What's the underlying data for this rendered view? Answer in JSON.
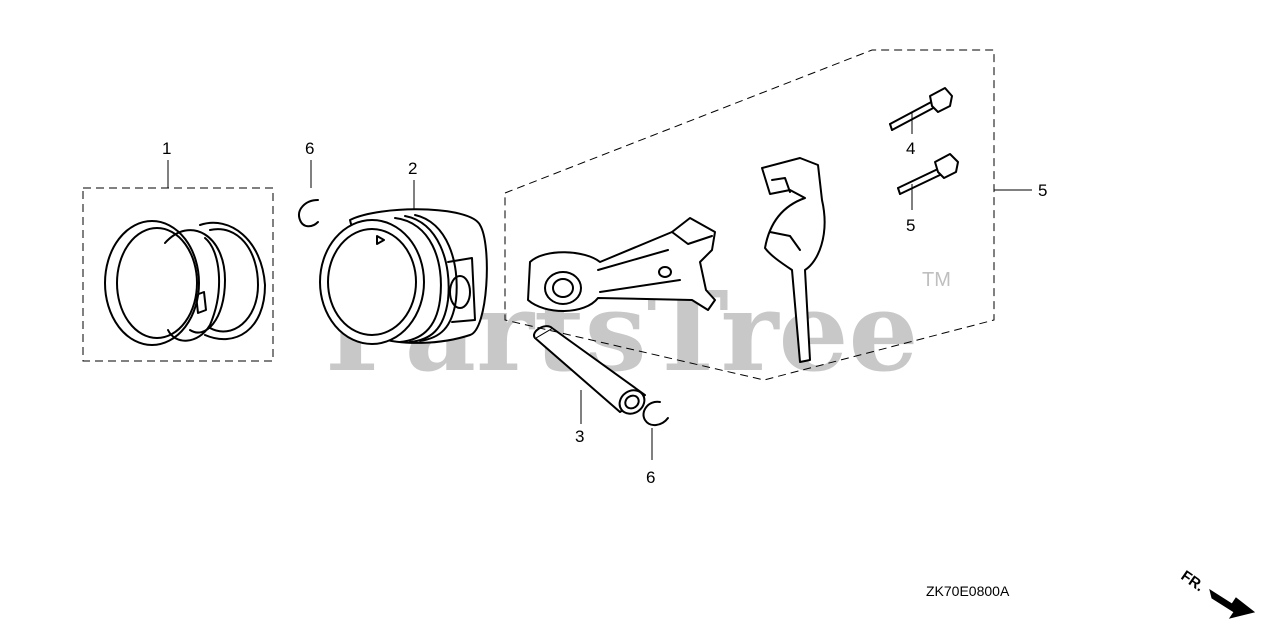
{
  "diagram": {
    "code": "ZK70E0800A",
    "watermark": "PartsTree",
    "trademark": "TM",
    "front_marker": "FR.",
    "callouts": [
      {
        "id": "c1",
        "label": "1"
      },
      {
        "id": "c2",
        "label": "2"
      },
      {
        "id": "c3",
        "label": "3"
      },
      {
        "id": "c4",
        "label": "4"
      },
      {
        "id": "c5a",
        "label": "5"
      },
      {
        "id": "c5b",
        "label": "5"
      },
      {
        "id": "c6a",
        "label": "6"
      },
      {
        "id": "c6b",
        "label": "6"
      }
    ]
  }
}
